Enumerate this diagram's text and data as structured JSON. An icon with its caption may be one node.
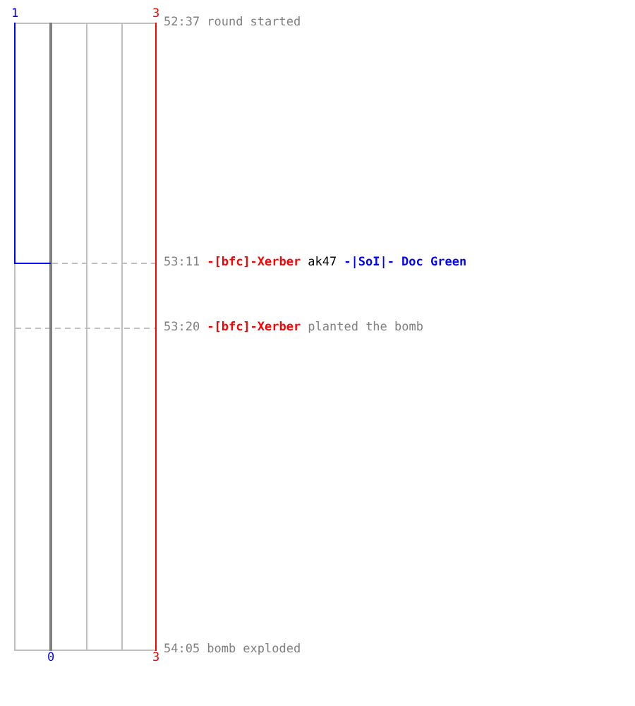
{
  "diagram": {
    "labels": [
      "1",
      "3",
      "52:37",
      "round started",
      "53:11",
      "-[bfc]-Xerber",
      "ak47",
      "-|SoI|- Doc Green",
      "53:20",
      "-[bfc]-Xerber",
      "planted the bomb",
      "0",
      "3",
      "54:05",
      "bomb exploded"
    ]
  }
}
